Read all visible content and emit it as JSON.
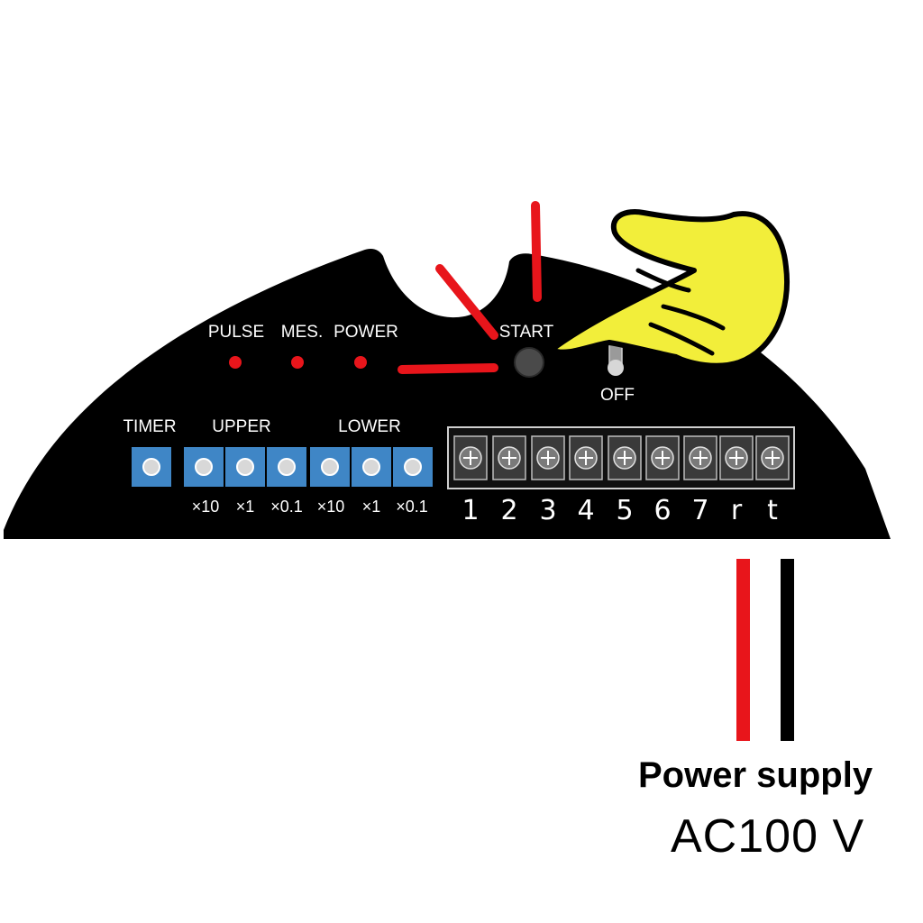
{
  "panel": {
    "indicators": [
      {
        "label": "PULSE",
        "color": "#e8151b"
      },
      {
        "label": "MES.",
        "color": "#e8151b"
      },
      {
        "label": "POWER",
        "color": "#e8151b"
      }
    ],
    "start_label": "START",
    "switch_label": "OFF",
    "timer_label": "TIMER",
    "upper_label": "UPPER",
    "lower_label": "LOWER",
    "multipliers": [
      "×10",
      "×1",
      "×0.1",
      "×10",
      "×1",
      "×0.1"
    ],
    "terminals": [
      "1",
      "2",
      "3",
      "4",
      "5",
      "6",
      "7",
      "r",
      "t"
    ],
    "colors": {
      "panel": "#000000",
      "dial": "#3f86c6",
      "highlight": "#e8151b",
      "hand": "#f2ee3a"
    }
  },
  "caption": {
    "title": "Power supply",
    "subtitle": "AC100 V"
  },
  "wires": [
    {
      "terminal": "r",
      "color": "#e8151b"
    },
    {
      "terminal": "t",
      "color": "#000000"
    }
  ]
}
